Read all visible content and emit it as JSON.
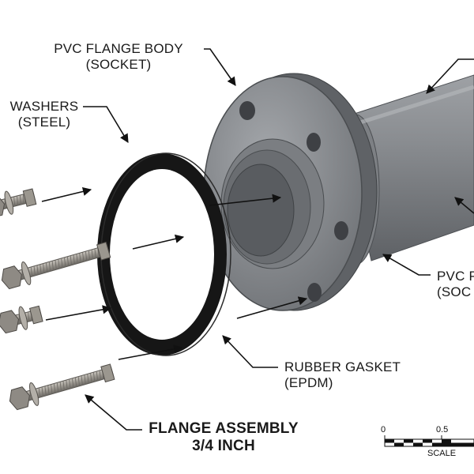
{
  "labels": {
    "flange_body": [
      "PVC FLANGE BODY",
      "(SOCKET)"
    ],
    "washers": [
      "WASHERS",
      "(STEEL)"
    ],
    "pipe_right": [
      "PVC P",
      "(SOC"
    ],
    "gasket": [
      "RUBBER GASKET",
      "(EPDM)"
    ],
    "assembly": [
      "FLANGE ASSEMBLY",
      "3/4 INCH"
    ]
  },
  "scale": {
    "ticks": [
      "0",
      "0.5"
    ],
    "caption": "SCALE"
  },
  "colors": {
    "pvc": "#8c8f94",
    "pvc_dark": "#5f6266",
    "gasket": "#161616",
    "steel": "#a9a59e",
    "line": "#111111"
  }
}
